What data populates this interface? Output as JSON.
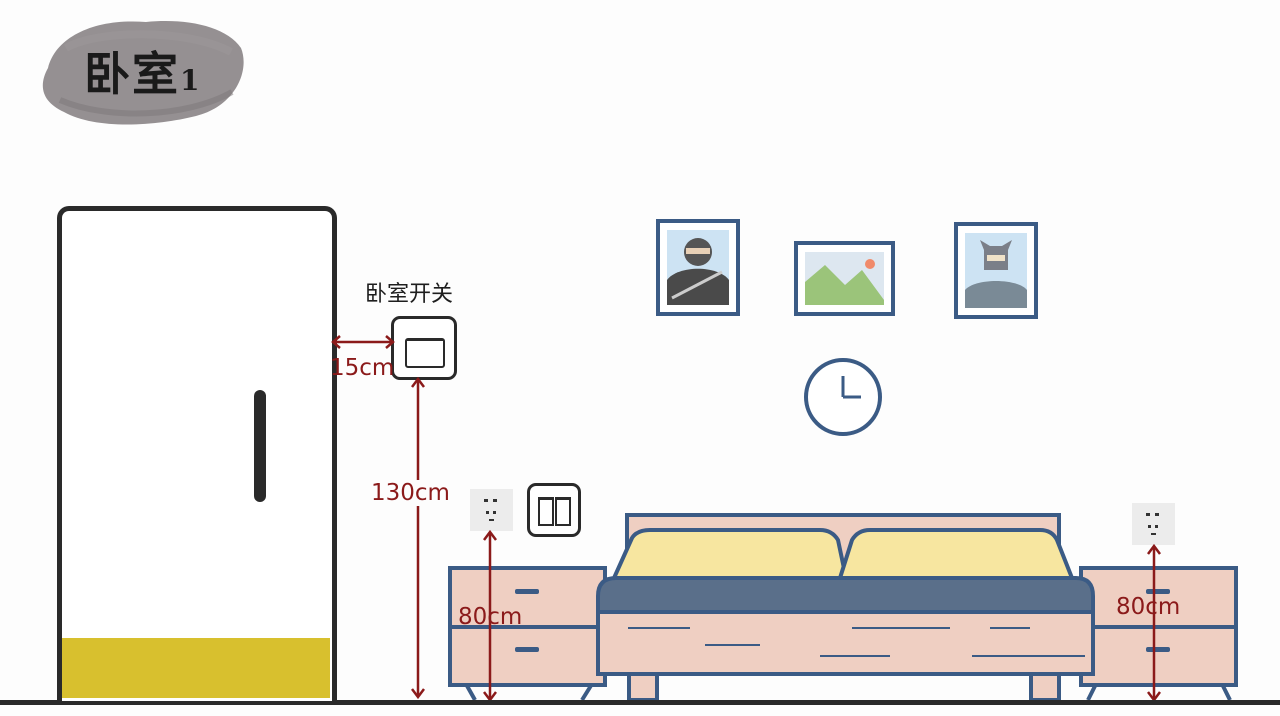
{
  "title": {
    "text": "卧室",
    "number": "1"
  },
  "switch_label": "卧室开关",
  "dimensions": {
    "door_to_switch": "15cm",
    "switch_height": "130cm",
    "left_outlet_height": "80cm",
    "right_outlet_height": "80cm"
  },
  "icons": [
    "wardrobe-door-icon",
    "light-switch-icon",
    "double-switch-icon",
    "power-outlet-icon",
    "wall-clock-icon",
    "picture-frame-icon",
    "bed-icon",
    "nightstand-icon"
  ],
  "colors": {
    "dimension_red": "#8b1a1a",
    "frame_blue": "#3b5b85",
    "door_kick_yellow": "#d8c02e",
    "furniture_pink": "#efcfc2",
    "pillow_yellow": "#f7e6a0",
    "mattress_blue": "#5a6f8a",
    "brush_gray": "#8a8486"
  }
}
